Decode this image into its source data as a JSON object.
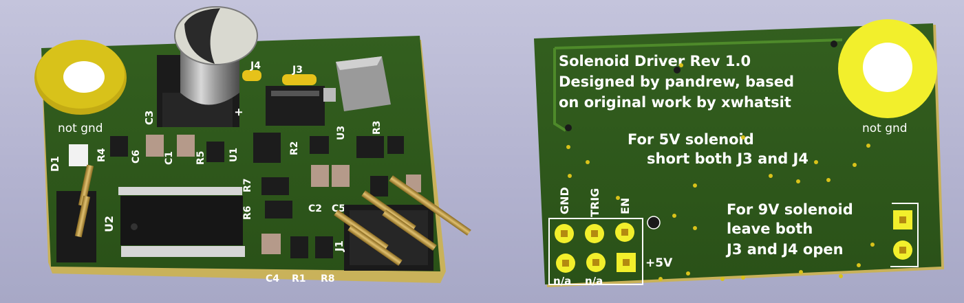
{
  "colors": {
    "board": "#2f5a1c",
    "board_edge": "#1f3e12",
    "silkscreen": "#ffffff",
    "gold": "#d8c21a",
    "yellow_pad": "#f2ef2c",
    "background": "#b8b8d4"
  },
  "left_board": {
    "not_gnd_label": "not gnd",
    "refs": {
      "c3": "C3",
      "j4": "J4",
      "j3": "J3",
      "u3": "U3",
      "r3": "R3",
      "d1": "D1",
      "r4": "R4",
      "c6": "C6",
      "c1": "C1",
      "r5": "R5",
      "u1": "U1",
      "r2": "R2",
      "r7": "R7",
      "r6": "R6",
      "c2": "C2",
      "c5": "C5",
      "u2": "U2",
      "j1": "J1",
      "c4": "C4",
      "r1": "R1",
      "r8": "R8",
      "plus": "+"
    }
  },
  "right_board": {
    "title_lines": [
      "Solenoid Driver Rev 1.0",
      "Designed by pandrew, based",
      "on original work by xwhatsit"
    ],
    "note_5v": [
      "For 5V solenoid",
      "short both J3 and J4"
    ],
    "note_9v": [
      "For 9V solenoid",
      "leave both",
      "J3 and J4 open"
    ],
    "not_gnd_label": "not gnd",
    "pin_labels": {
      "gnd": "GND",
      "trig": "TRIG",
      "en": "EN",
      "na1": "n/a",
      "na2": "n/a",
      "plus5v": "+5V"
    }
  }
}
